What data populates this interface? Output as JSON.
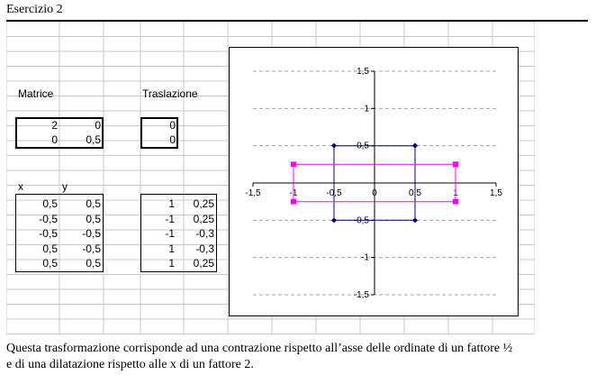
{
  "title": "Esercizio 2",
  "labels": {
    "matrice": "Matrice",
    "traslazione": "Traslazione",
    "x_header": "x",
    "y_header": "y"
  },
  "matrix": [
    [
      "2",
      "0"
    ],
    [
      "0",
      "0,5"
    ]
  ],
  "translation": [
    "0",
    "0"
  ],
  "original_points": [
    [
      "0,5",
      "0,5"
    ],
    [
      "-0,5",
      "0,5"
    ],
    [
      "-0,5",
      "-0,5"
    ],
    [
      "0,5",
      "-0,5"
    ],
    [
      "0,5",
      "0,5"
    ]
  ],
  "transformed_points": [
    [
      "1",
      "0,25"
    ],
    [
      "-1",
      "0,25"
    ],
    [
      "-1",
      "-0,3"
    ],
    [
      "1",
      "-0,3"
    ],
    [
      "1",
      "0,25"
    ]
  ],
  "footer": {
    "line1": "Questa trasformazione corrisponde ad una contrazione rispetto all’asse delle ordinate di un fattore ½",
    "line2": "e di una dilatazione rispetto alle x di un fattore 2."
  },
  "chart_data": {
    "type": "scatter",
    "title": "",
    "xlim": [
      -1.5,
      1.5
    ],
    "ylim": [
      -1.5,
      1.5
    ],
    "x_ticks": [
      "-1,5",
      "-1",
      "-0,5",
      "0",
      "0,5",
      "1",
      "1,5"
    ],
    "y_ticks": [
      "1,5",
      "1",
      "0,5",
      "0",
      "-0,5",
      "-1",
      "-1,5"
    ],
    "x_tick_values": [
      -1.5,
      -1,
      -0.5,
      0,
      0.5,
      1,
      1.5
    ],
    "y_tick_values": [
      1.5,
      1,
      0.5,
      0,
      -0.5,
      -1,
      -1.5
    ],
    "grid": "horizontal dashed",
    "series": [
      {
        "color": "#000080",
        "marker": "diamond",
        "points": [
          [
            0.5,
            0.5
          ],
          [
            -0.5,
            0.5
          ],
          [
            -0.5,
            -0.5
          ],
          [
            0.5,
            -0.5
          ],
          [
            0.5,
            0.5
          ]
        ]
      },
      {
        "color": "#FF00FF",
        "marker": "square",
        "points": [
          [
            1,
            0.25
          ],
          [
            -1,
            0.25
          ],
          [
            -1,
            -0.25
          ],
          [
            1,
            -0.25
          ],
          [
            1,
            0.25
          ]
        ]
      }
    ]
  }
}
